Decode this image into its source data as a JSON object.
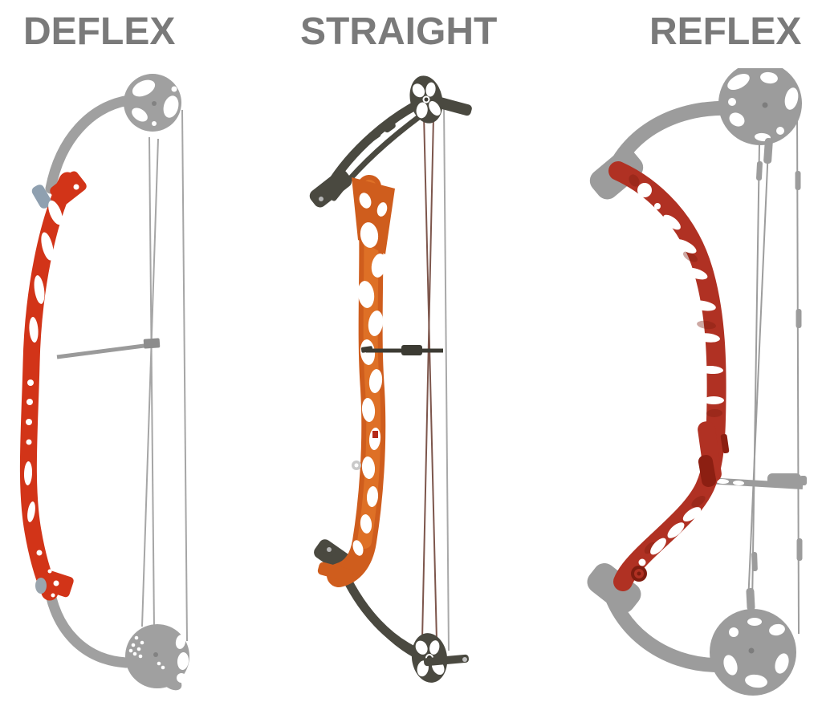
{
  "page": {
    "background_color": "#ffffff",
    "heading_color": "#7a7a7a"
  },
  "panels": [
    {
      "label": "DEFLEX",
      "illustration": "deflex-compound-bow-side-view",
      "colors": {
        "riser": "#d23418",
        "limb": "#a0a0a0",
        "string": "#a6a6a6",
        "cable": "#a6a6a6"
      }
    },
    {
      "label": "STRAIGHT",
      "illustration": "straight-compound-bow-side-view",
      "colors": {
        "riser": "#cf5d1d",
        "limb": "#4a4940",
        "string": "#a9a9a9",
        "cable": "#7d564c"
      }
    },
    {
      "label": "REFLEX",
      "illustration": "reflex-compound-bow-side-view",
      "colors": {
        "riser": "#b03123",
        "limb": "#9c9c9c",
        "string": "#9d9d9d",
        "cable": "#9d9d9d"
      }
    }
  ]
}
